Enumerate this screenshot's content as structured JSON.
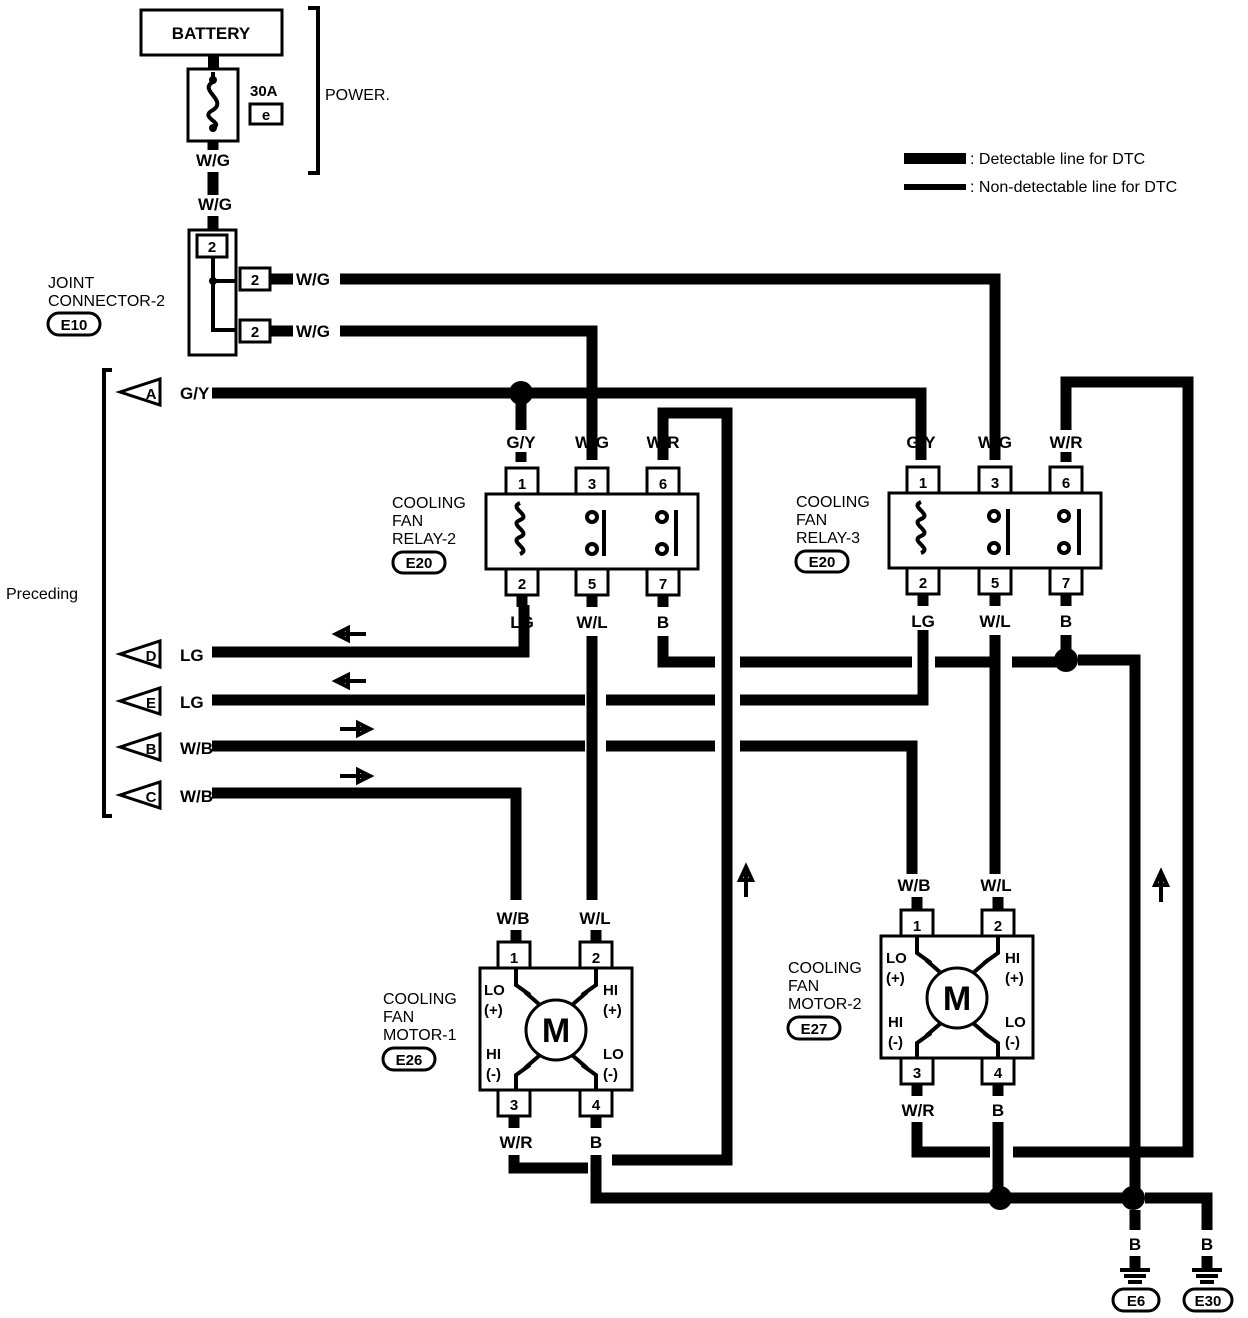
{
  "battery": "BATTERY",
  "fuse": {
    "rating": "30A",
    "id": "e"
  },
  "power_label": "POWER.",
  "legend": {
    "detectable": ": Detectable line for DTC",
    "non_detectable": ": Non-detectable line for DTC"
  },
  "joint_connector": {
    "name_lines": [
      "JOINT",
      "CONNECTOR-2"
    ],
    "code": "E10",
    "pins": [
      "2",
      "2",
      "2"
    ]
  },
  "preceding": "Preceding",
  "connectors": [
    "A",
    "D",
    "E",
    "B",
    "C"
  ],
  "relay2": {
    "name_lines": [
      "COOLING",
      "FAN",
      "RELAY-2"
    ],
    "code": "E20",
    "pins_top": [
      "1",
      "3",
      "6"
    ],
    "pins_bottom": [
      "2",
      "5",
      "7"
    ]
  },
  "relay3": {
    "name_lines": [
      "COOLING",
      "FAN",
      "RELAY-3"
    ],
    "code": "E20",
    "pins_top": [
      "1",
      "3",
      "6"
    ],
    "pins_bottom": [
      "2",
      "5",
      "7"
    ]
  },
  "motor1": {
    "name_lines": [
      "COOLING",
      "FAN",
      "MOTOR-1"
    ],
    "code": "E26",
    "pins": [
      "1",
      "2",
      "3",
      "4"
    ],
    "terms": [
      "LO",
      "(+)",
      "HI",
      "(+)",
      "HI",
      "(-)",
      "LO",
      "(-)"
    ],
    "symbol": "M"
  },
  "motor2": {
    "name_lines": [
      "COOLING",
      "FAN",
      "MOTOR-2"
    ],
    "code": "E27",
    "pins": [
      "1",
      "2",
      "3",
      "4"
    ],
    "terms": [
      "LO",
      "(+)",
      "HI",
      "(+)",
      "HI",
      "(-)",
      "LO",
      "(-)"
    ],
    "symbol": "M"
  },
  "grounds": [
    "E6",
    "E30"
  ],
  "wire_labels": {
    "wg": "W/G",
    "gy": "G/Y",
    "wr": "W/R",
    "lg": "LG",
    "wl": "W/L",
    "b": "B",
    "wb": "W/B"
  }
}
